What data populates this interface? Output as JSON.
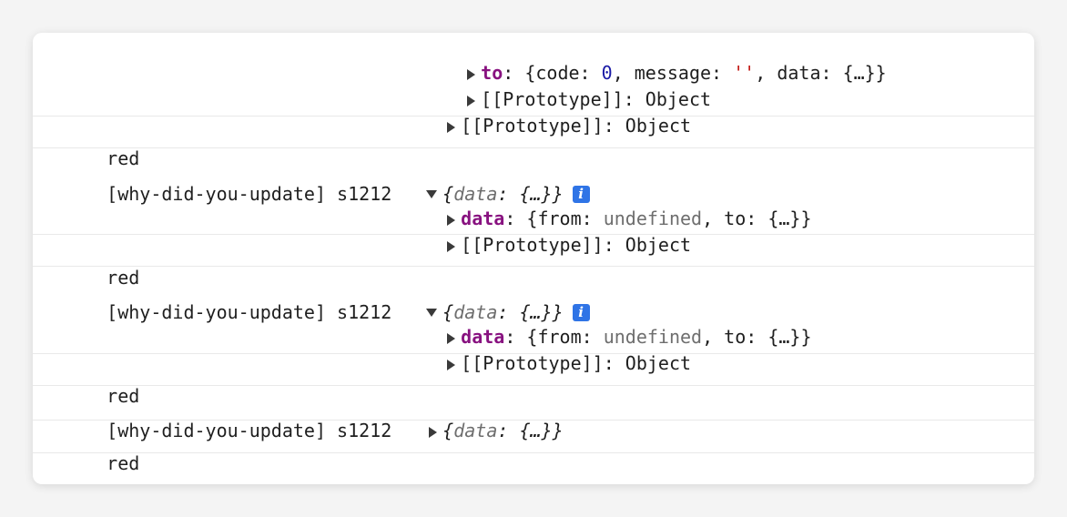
{
  "console": {
    "top": {
      "to_key": "to",
      "to_colon_open": ": {code: ",
      "to_code_value": "0",
      "to_mid": ", message: ",
      "to_message_value": "''",
      "to_end": ", data: {…}}",
      "proto_inner": "[[Prototype]]: Object",
      "proto_outer": "[[Prototype]]: Object"
    },
    "log_red": "red",
    "prefix": "[why-did-you-update] s1212",
    "summary_key": "data",
    "summary_rest": ": {…}}",
    "summary_open": "{",
    "info_label": "i",
    "data_key": "data",
    "data_open": ": {from: ",
    "data_undefined": "undefined",
    "data_end": ", to: {…}}",
    "proto": "[[Prototype]]: Object"
  }
}
